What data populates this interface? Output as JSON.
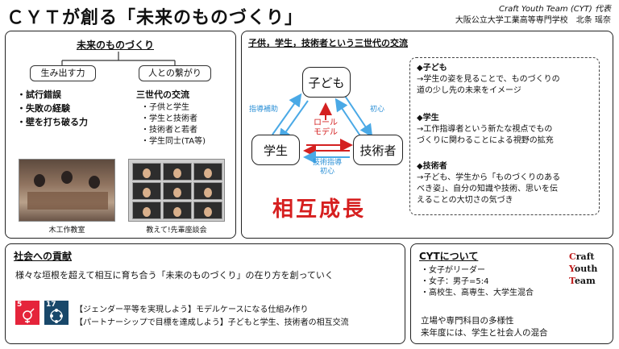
{
  "header": {
    "title": "ＣＹＴが創る「未来のものづくり」",
    "author_line1": "Craft Youth Team (CYT) 代表",
    "author_line2": "大阪公立大学工業高等専門学校　北条 瑶奈"
  },
  "left_panel": {
    "heading": "未来のものづくり",
    "box_left": "生み出す力",
    "box_right": "人との繋がり",
    "left_items": [
      "・試行錯誤",
      "・失敗の経験",
      "・壁を打ち破る力"
    ],
    "right_heading": "三世代の交流",
    "right_items": [
      "・子供と学生",
      "・学生と技術者",
      "・技術者と若者",
      "・学生同士(TA等)"
    ],
    "photo1_caption": "木工作教室",
    "photo2_caption": "教えて!先輩座談会"
  },
  "middle_panel": {
    "heading": "子供，学生，技術者という三世代の交流",
    "node_top": "子ども",
    "node_left": "学生",
    "node_right": "技術者",
    "label_left": "指導補助",
    "label_right": "初心",
    "label_center": "ロール\nモデル",
    "label_bottom": "技術指導\n初心",
    "mutual": "相互成長",
    "notes": [
      {
        "head": "◆子ども",
        "body": "→学生の姿を見ることで、ものづくりの\n道の少し先の未来をイメージ"
      },
      {
        "head": "◆学生",
        "body": "→工作指導者という新たな視点でもの\nづくりに関わることによる視野の拡充"
      },
      {
        "head": "◆技術者",
        "body": "→子ども、学生から「ものづくりのある\nべき姿」、自分の知識や技術、思いを伝\nえることの大切さの気づき"
      }
    ],
    "colors": {
      "arrow_blue": "#4aa9e6",
      "arrow_red": "#d42020"
    }
  },
  "bottom_left": {
    "heading": "社会への貢献",
    "statement": "様々な垣根を超えて相互に育ち合う「未来のものづくり」の在り方を創っていく",
    "sdg5_number": "5",
    "sdg17_number": "17",
    "sdg5_text": "【ジェンダー平等を実現しよう】モデルケースになる仕組み作り",
    "sdg17_text": "【パートナーシップで目標を達成しよう】子どもと学生、技術者の相互交流",
    "colors": {
      "sdg5": "#e5243b",
      "sdg17": "#19486a"
    }
  },
  "bottom_right": {
    "heading": "CYTについて",
    "items": [
      "・女子がリーダー",
      "・女子：男子=5:4",
      "・高校生、高専生、大学生混合"
    ],
    "footer1": "立場や専門科目の多様性",
    "footer2": "来年度には、学生と社会人の混合",
    "acronym": [
      {
        "initial": "C",
        "rest": "raft"
      },
      {
        "initial": "Y",
        "rest": "outh"
      },
      {
        "initial": "T",
        "rest": "eam"
      }
    ]
  }
}
